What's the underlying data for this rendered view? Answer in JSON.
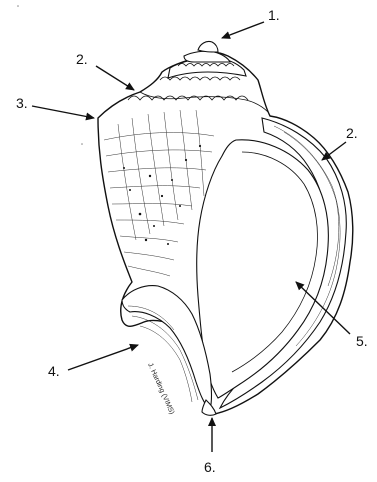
{
  "labels": {
    "l1": "1.",
    "l2a": "2.",
    "l2b": "2.",
    "l3": "3.",
    "l4": "4.",
    "l5": "5.",
    "l6": "6."
  },
  "credit": "J. Harding (VIMS)",
  "colors": {
    "ink": "#111111",
    "paper": "#ffffff"
  }
}
